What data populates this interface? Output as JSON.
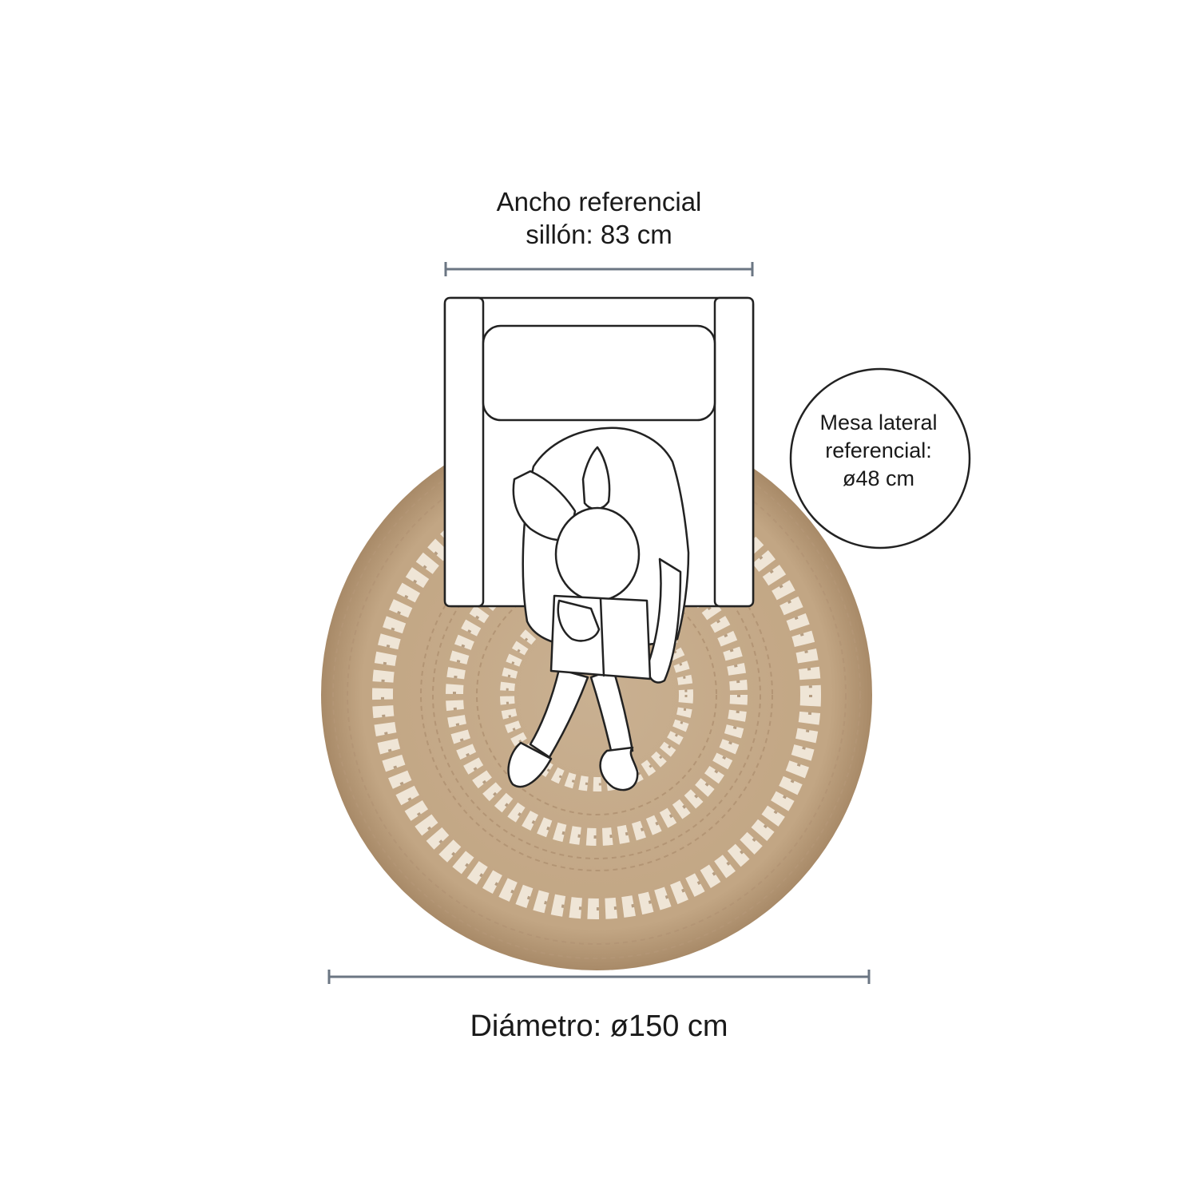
{
  "labels": {
    "armchair_line1": "Ancho referencial",
    "armchair_line2": "sillón: 83 cm",
    "side_table_line1": "Mesa lateral",
    "side_table_line2": "referencial:",
    "side_table_line3": "ø48 cm",
    "diameter": "Diámetro: ø150 cm"
  },
  "colors": {
    "background": "#ffffff",
    "text": "#1a1a1a",
    "outline": "#222222",
    "dimension_line": "#6b7683",
    "rug_base": "#c4a987",
    "rug_dark": "#a88a68",
    "rug_light": "#ece0cf"
  }
}
